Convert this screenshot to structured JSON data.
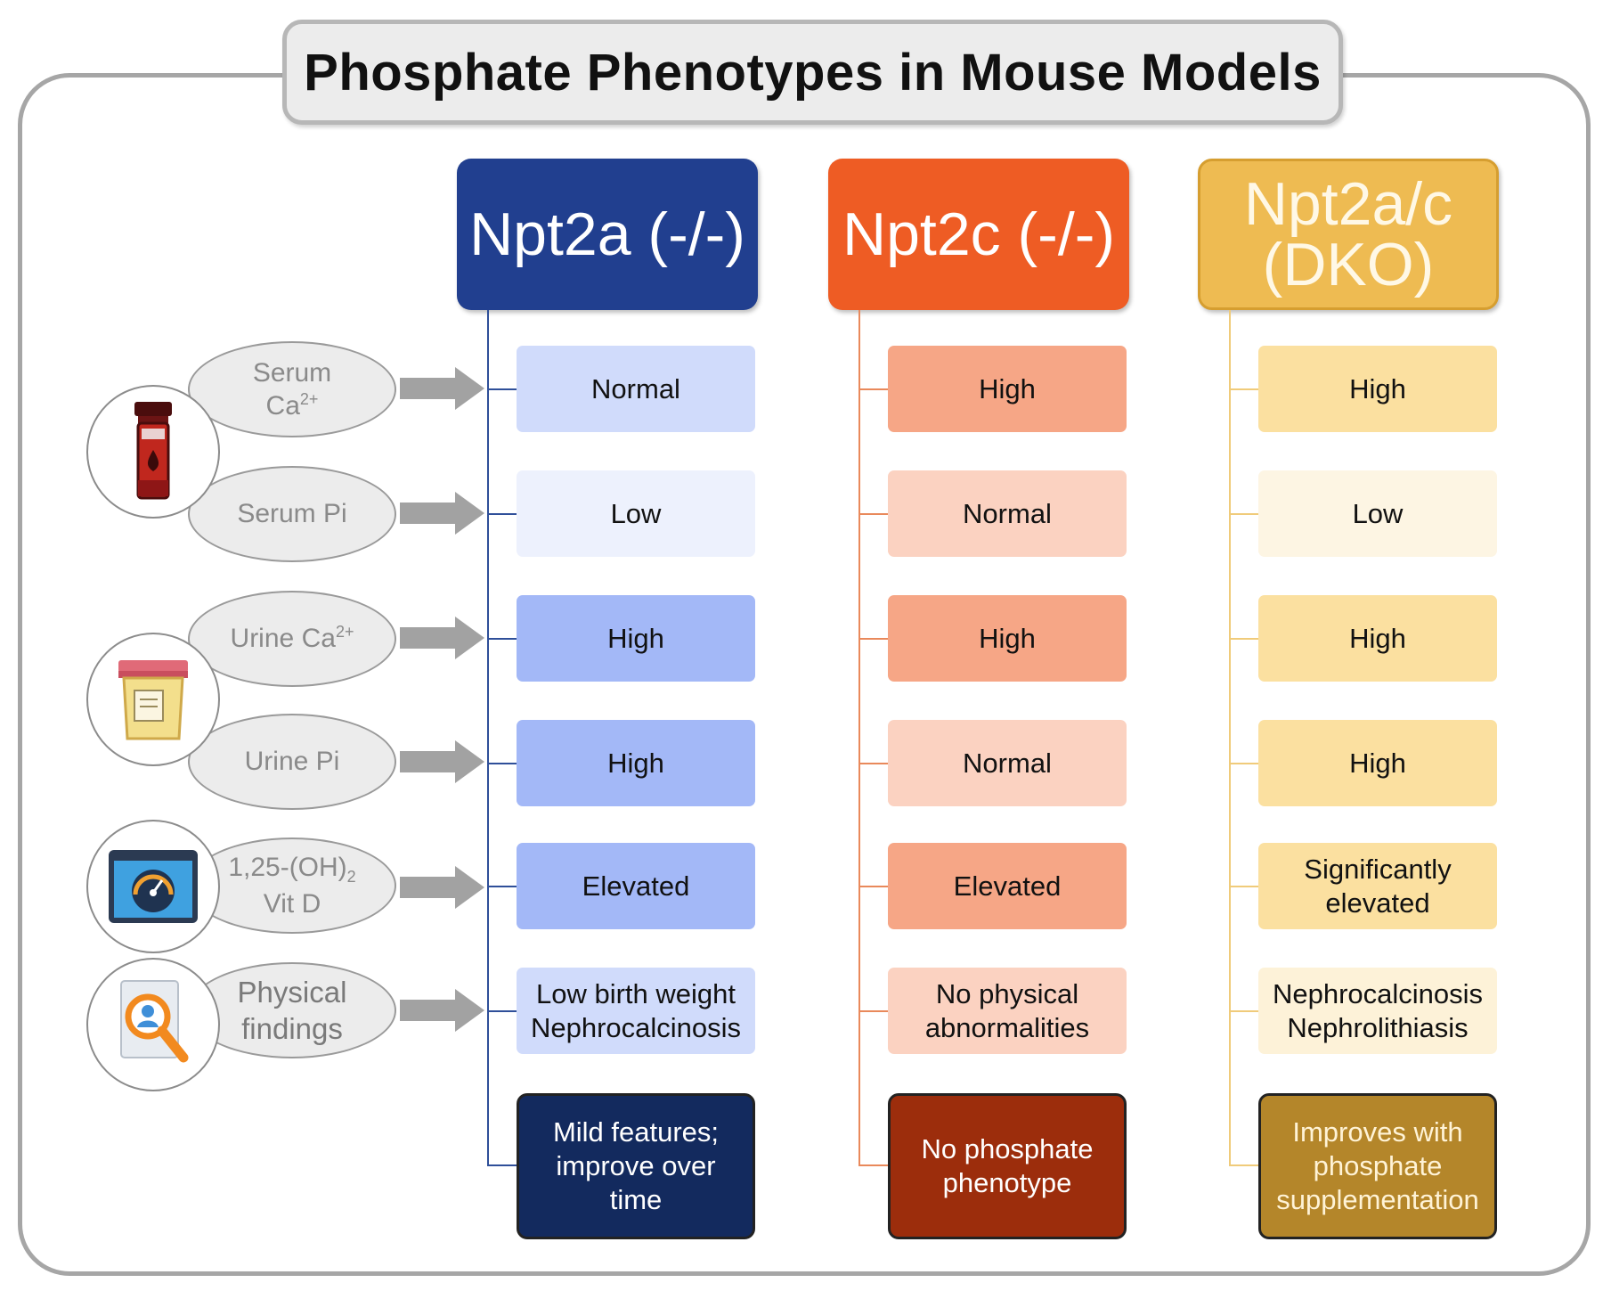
{
  "title": "Phosphate Phenotypes in Mouse Models",
  "columns": [
    {
      "header": "Npt2a (-/-)",
      "header_color": "#213f8f",
      "line_color": "#2f4f99",
      "cells": [
        "Normal",
        "Low",
        "High",
        "High",
        "Elevated",
        "Low birth weight\nNephrocalcinosis"
      ],
      "cell_colors": [
        "#d0dbfb",
        "#edf1fd",
        "#a3b8f7",
        "#a3b8f7",
        "#a3b8f7",
        "#d0dbfb"
      ],
      "final": "Mild features; improve over time",
      "final_color": "#132a5e"
    },
    {
      "header": "Npt2c (-/-)",
      "header_color": "#ee5c24",
      "line_color": "#e9895b",
      "cells": [
        "High",
        "Normal",
        "High",
        "Normal",
        "Elevated",
        "No physical abnormalities"
      ],
      "cell_colors": [
        "#f6a686",
        "#fbd2c1",
        "#f6a686",
        "#fbd2c1",
        "#f6a686",
        "#fbd2c1"
      ],
      "final": "No phosphate phenotype",
      "final_color": "#9c2d0c"
    },
    {
      "header": "Npt2a/c (DKO)",
      "header_color": "#eebb52",
      "line_color": "#f0cb7a",
      "cells": [
        "High",
        "Low",
        "High",
        "High",
        "Significantly elevated",
        "Nephrocalcinosis\nNephrolithiasis"
      ],
      "cell_colors": [
        "#fbe0a0",
        "#fdf5e3",
        "#fbe0a0",
        "#fbe0a0",
        "#fbe0a0",
        "#fdf2d8"
      ],
      "final": "Improves with phosphate supplementation",
      "final_color": "#b4862a"
    }
  ],
  "parameters": [
    {
      "label": "Serum",
      "sup_base": "Ca",
      "sup": "2+"
    },
    {
      "label": "Serum Pi"
    },
    {
      "label": "Urine",
      "sup_base": "Ca",
      "sup": "2+"
    },
    {
      "label": "Urine Pi"
    },
    {
      "label": "1,25-(OH)",
      "sub": "2",
      "label2": "Vit D"
    },
    {
      "label": "Physical",
      "label2": "findings"
    }
  ],
  "icons": [
    "blood-tube-icon",
    "urine-cup-icon",
    "gauge-screen-icon",
    "magnifier-report-icon"
  ]
}
